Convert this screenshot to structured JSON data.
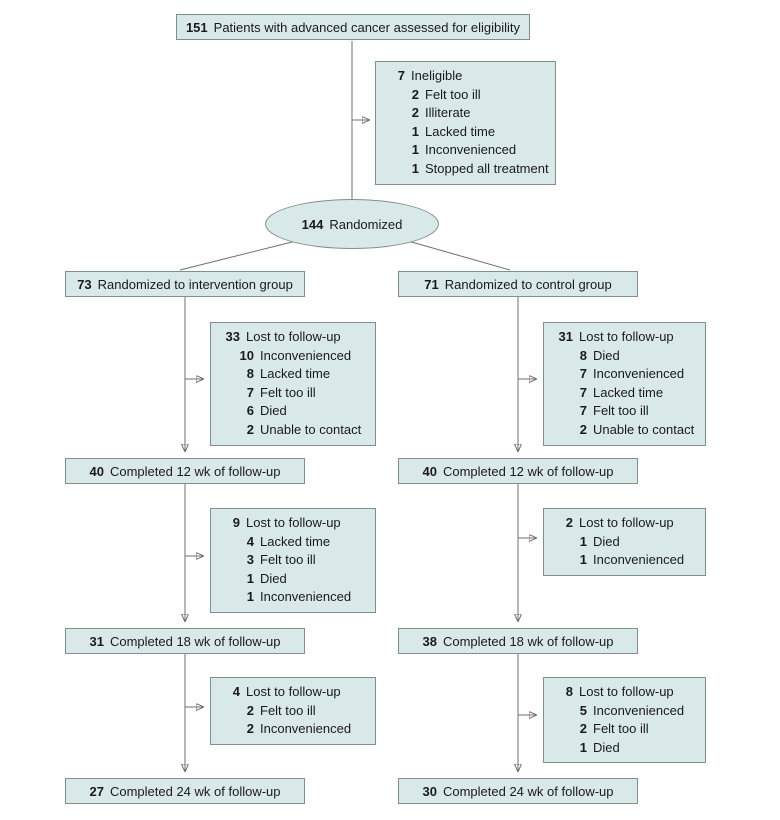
{
  "colors": {
    "box_fill": "#d9e9e9",
    "box_border": "#7f8e8e",
    "line": "#6f6f6f",
    "arrowhead": "#141414",
    "text": "#1a1a1a",
    "background": "#ffffff"
  },
  "flow": {
    "eligibility": {
      "n": "151",
      "label": "Patients with advanced cancer assessed for eligibility"
    },
    "ineligible": {
      "n": "7",
      "label": "Ineligible",
      "items": [
        {
          "n": "2",
          "label": "Felt too ill"
        },
        {
          "n": "2",
          "label": "Illiterate"
        },
        {
          "n": "1",
          "label": "Lacked time"
        },
        {
          "n": "1",
          "label": "Inconvenienced"
        },
        {
          "n": "1",
          "label": "Stopped all treatment"
        }
      ]
    },
    "randomized": {
      "n": "144",
      "label": "Randomized"
    },
    "intervention": {
      "group": {
        "n": "73",
        "label": "Randomized to intervention group"
      },
      "lost_12": {
        "n": "33",
        "label": "Lost to follow-up",
        "items": [
          {
            "n": "10",
            "label": "Inconvenienced"
          },
          {
            "n": "8",
            "label": "Lacked time"
          },
          {
            "n": "7",
            "label": "Felt too ill"
          },
          {
            "n": "6",
            "label": "Died"
          },
          {
            "n": "2",
            "label": "Unable to contact"
          }
        ]
      },
      "completed_12": {
        "n": "40",
        "label": "Completed 12 wk of follow-up"
      },
      "lost_18": {
        "n": "9",
        "label": "Lost to follow-up",
        "items": [
          {
            "n": "4",
            "label": "Lacked time"
          },
          {
            "n": "3",
            "label": "Felt too ill"
          },
          {
            "n": "1",
            "label": "Died"
          },
          {
            "n": "1",
            "label": "Inconvenienced"
          }
        ]
      },
      "completed_18": {
        "n": "31",
        "label": "Completed 18 wk of follow-up"
      },
      "lost_24": {
        "n": "4",
        "label": "Lost to follow-up",
        "items": [
          {
            "n": "2",
            "label": "Felt too ill"
          },
          {
            "n": "2",
            "label": "Inconvenienced"
          }
        ]
      },
      "completed_24": {
        "n": "27",
        "label": "Completed 24 wk of follow-up"
      }
    },
    "control": {
      "group": {
        "n": "71",
        "label": "Randomized to control group"
      },
      "lost_12": {
        "n": "31",
        "label": "Lost to follow-up",
        "items": [
          {
            "n": "8",
            "label": "Died"
          },
          {
            "n": "7",
            "label": "Inconvenienced"
          },
          {
            "n": "7",
            "label": "Lacked time"
          },
          {
            "n": "7",
            "label": "Felt too ill"
          },
          {
            "n": "2",
            "label": "Unable to contact"
          }
        ]
      },
      "completed_12": {
        "n": "40",
        "label": "Completed 12 wk of follow-up"
      },
      "lost_18": {
        "n": "2",
        "label": "Lost to follow-up",
        "items": [
          {
            "n": "1",
            "label": "Died"
          },
          {
            "n": "1",
            "label": "Inconvenienced"
          }
        ]
      },
      "completed_18": {
        "n": "38",
        "label": "Completed 18 wk of follow-up"
      },
      "lost_24": {
        "n": "8",
        "label": "Lost to follow-up",
        "items": [
          {
            "n": "5",
            "label": "Inconvenienced"
          },
          {
            "n": "2",
            "label": "Felt too ill"
          },
          {
            "n": "1",
            "label": "Died"
          }
        ]
      },
      "completed_24": {
        "n": "30",
        "label": "Completed 24 wk of follow-up"
      }
    }
  }
}
